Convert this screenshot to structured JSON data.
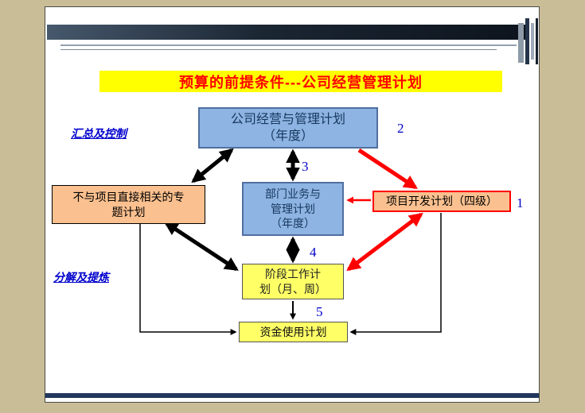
{
  "title": "预算的前提条件---公司经营管理计划",
  "side_labels": {
    "top": "汇总及控制",
    "bottom": "分解及提炼"
  },
  "boxes": {
    "company": "公司经营与管理计划\n（年度）",
    "department": "部门业务与\n管理计划\n（年度）",
    "special": "不与项目直接相关的专\n题计划",
    "project": "项目开发计划（四级）",
    "stage": "阶段工作计\n划（月、周）",
    "fund": "资金使用计划"
  },
  "step_numbers": {
    "one": "1",
    "two": "2",
    "three": "3",
    "four": "4",
    "five": "5"
  },
  "colors": {
    "title_bg": "#ffff00",
    "title_text": "#ff0000",
    "blue_box_fill": "#8db4e2",
    "orange_box_fill": "#fac08f",
    "yellow_box_fill": "#ffff66",
    "accent_red": "#ff0000",
    "number_blue": "#0000cc",
    "page_background": "#c9bd98"
  }
}
